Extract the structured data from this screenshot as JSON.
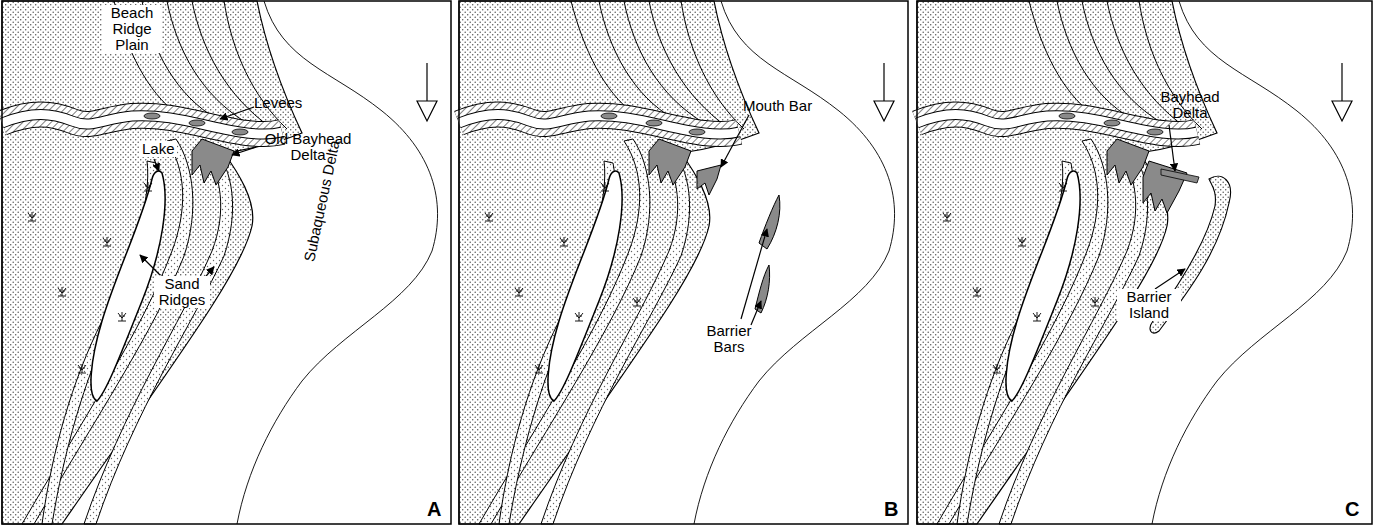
{
  "diagram": {
    "labels": [
      "Beach Ridge Plain",
      "Levees",
      "Old Bayhead Delta",
      "Lake",
      "Sand Ridges",
      "Subaqueous Delta",
      "A",
      "Mouth Bar",
      "Barrier Bars",
      "B",
      "Bayhead Delta",
      "Barrier Island",
      "C"
    ]
  }
}
